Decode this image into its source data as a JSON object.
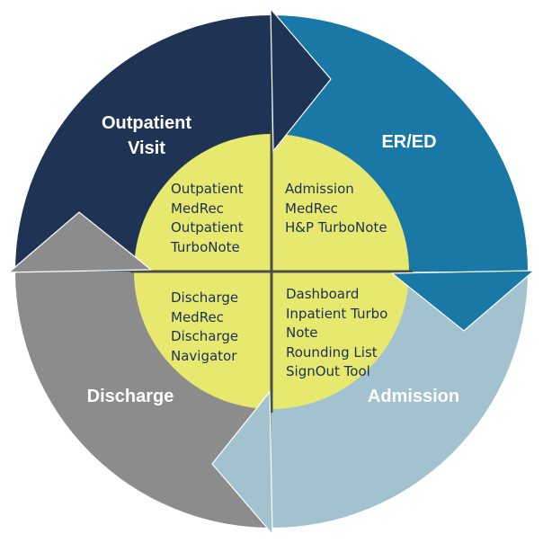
{
  "colors": {
    "background": "#ffffff",
    "outpatient_visit_navy": "#1f3355",
    "er_ed_blue": "#1a78a7",
    "admission_light_blue": "#a3c2d0",
    "discharge_gray": "#8c8c8c",
    "center_circle_yellow": "#e7e96f",
    "divider_line_olive": "#4c4e44",
    "segment_label_text": "#ffffff",
    "tool_text_navy": "#1b2f52"
  },
  "segments": [
    {
      "id": "outpatient-visit",
      "quadrant": "top-left",
      "label": "Outpatient Visit",
      "label_lines": [
        "Outpatient",
        "Visit"
      ],
      "color": "#1f3355",
      "tool_lines": [
        "Outpatient",
        "MedRec",
        "Outpatient",
        "TurboNote"
      ]
    },
    {
      "id": "er-ed",
      "quadrant": "top-right",
      "label": "ER/ED",
      "label_lines": [
        "ER/ED"
      ],
      "color": "#1a78a7",
      "tool_lines": [
        "Admission",
        "MedRec",
        "H&P TurboNote"
      ]
    },
    {
      "id": "admission",
      "quadrant": "bottom-right",
      "label": "Admission",
      "label_lines": [
        "Admission"
      ],
      "color": "#a3c2d0",
      "tool_lines": [
        "Dashboard",
        "Inpatient Turbo",
        "Note",
        "Rounding List",
        "SignOut Tool"
      ]
    },
    {
      "id": "discharge",
      "quadrant": "bottom-left",
      "label": "Discharge",
      "label_lines": [
        "Discharge"
      ],
      "color": "#8c8c8c",
      "tool_lines": [
        "Discharge",
        "MedRec",
        "Discharge",
        "Navigator"
      ]
    }
  ]
}
